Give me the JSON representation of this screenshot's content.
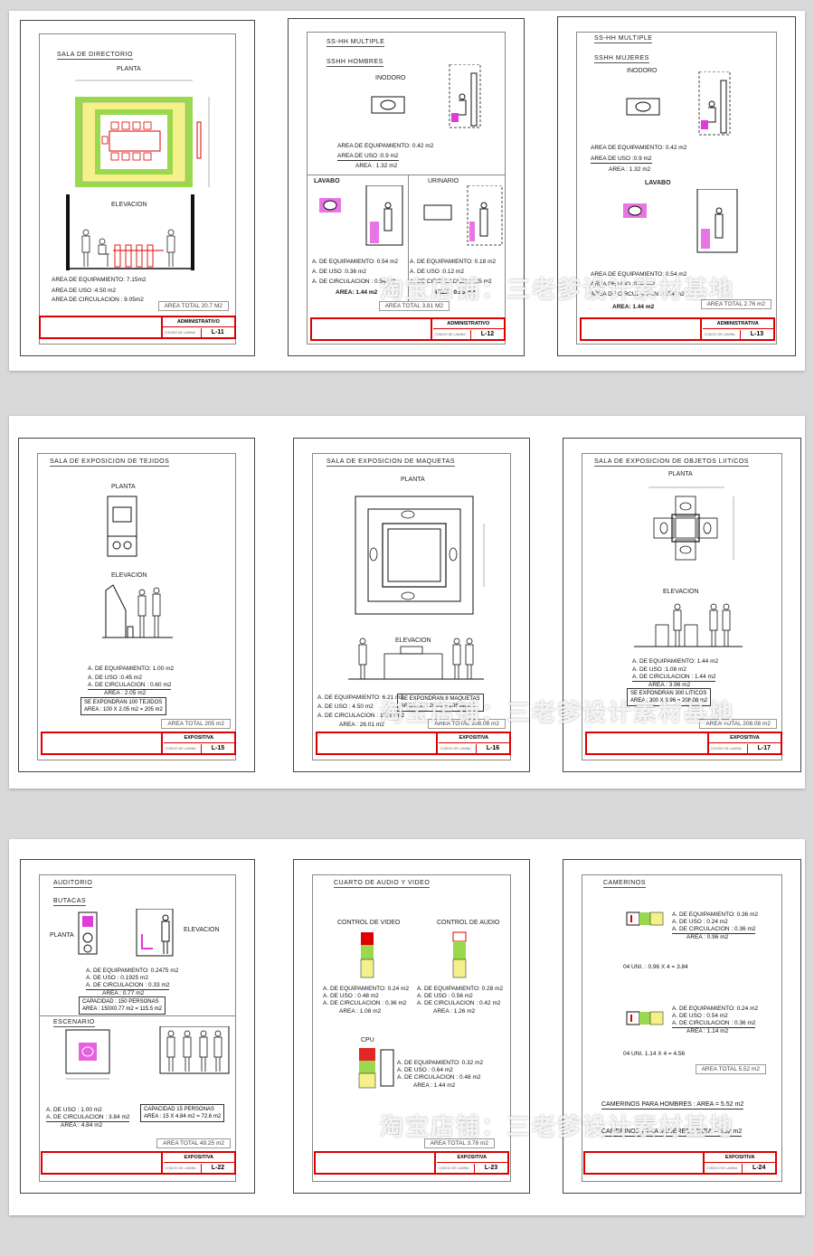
{
  "sheets": {
    "l11": {
      "title": "SALA DE DIRECTORIO",
      "plan_label": "PLANTA",
      "elev_label": "ELEVACION",
      "stats": [
        "AREA DE EQUIPAMIENTO: 7.15m2",
        "AREA DE USO :4.50 m2",
        "AREA DE CIRCULACION : 9.05m2"
      ],
      "area_total": "AREA TOTAL  20.7 M2",
      "category": "ADMINISTRATIVO",
      "code_label": "CODIGO DE LAMINA",
      "code": "L-11"
    },
    "l12": {
      "title": "SS-HH MULTIPLE",
      "subtitle": "SSHH HOMBRES",
      "inodoro": "INODORO",
      "stats": [
        "AREA DE EQUIPAMIENTO: 0.42 m2",
        "AREA DE USO :0.9  m2",
        "AREA : 1.32 m2"
      ],
      "lavabo": "LAVABO",
      "urinario": "URINARIO",
      "lav_stats": [
        "A. DE EQUIPAMIENTO: 0.54 m2",
        "A. DE USO :0.36 m2",
        "A. DE CIRCULACION : 0.54 m2",
        "AREA: 1.44 m2"
      ],
      "uri_stats": [
        "A. DE EQUIPAMIENTO: 0.18 m2",
        "A. DE USO :0.12 m2",
        "A. DE CIRCULACION :0.25 m2",
        "AREA: 0.55 m2"
      ],
      "area_total": "AREA TOTAL  3.81 M2",
      "category": "ADMINISTRATIVO",
      "code_label": "CODIGO DE LAMINA",
      "code": "L-12"
    },
    "l13": {
      "title": "SS-HH MULTIPLE",
      "subtitle": "SSHH MUJERES",
      "inodoro": "INODORO",
      "stats": [
        "AREA DE EQUIPAMIENTO: 0.42 m2",
        "AREA DE USO :0.9  m2",
        "AREA : 1.32 m2"
      ],
      "lavabo": "LAVABO",
      "lav_stats": [
        "AREA DE EQUIPAMIENTO: 0.54 m2",
        "AREA DE USO :0.36 m2",
        "AREA DE CIRCULACION : 0.54 m2",
        "AREA: 1.44 m2"
      ],
      "area_total": "AREA TOTAL  2.76 m2",
      "category": "ADMINISTRATIVA",
      "code_label": "CODIGO DE LAMINA",
      "code": "L-13"
    },
    "l15": {
      "title": "SALA DE EXPOSICION DE  TEJIDOS",
      "plan_label": "PLANTA",
      "elev_label": "ELEVACION",
      "stats": [
        "A. DE EQUIPAMIENTO: 1.00  m2",
        "A. DE USO :0.45 m2",
        "A. DE CIRCULACION : 0.60 m2",
        "AREA : 2.05 m2"
      ],
      "note": [
        "SE EXPONDRAN 100 TEJIDOS",
        "AREA : 100 X 2.05 m2 = 205 m2"
      ],
      "area_total": "AREA TOTAL  205 m2",
      "category": "EXPOSITIVA",
      "code_label": "CODIGO DE LAMINA",
      "code": "L-15"
    },
    "l16": {
      "title": "SALA DE EXPOSICION DE  MAQUETAS",
      "plan_label": "PLANTA",
      "elev_label": "ELEVACION",
      "stats": [
        "A. DE EQUIPAMIENTO: 6.21 m2",
        "A. DE USO : 4.50 m2",
        "A. DE CIRCULACION : 15.30 m2",
        "AREA : 26.01 m2"
      ],
      "note": [
        "SE EXPONDRAN 8 MAQUETAS",
        "AREA : 8 X 26.01 = 208.08 m2"
      ],
      "area_total": "AREA TOTAL  208.08 m2",
      "category": "EXPOSITIVA",
      "code_label": "CODIGO DE LAMINA",
      "code": "L-16"
    },
    "l17": {
      "title": "SALA DE EXPOSICION DE  OBJETOS LIITICOS",
      "plan_label": "PLANTA",
      "elev_label": "ELEVACION",
      "stats": [
        "A. DE EQUIPAMIENTO: 1.44 m2",
        "A. DE USO :1.08 m2",
        "A. DE CIRCULACION : 1.44 m2",
        "AREA : 3.96 m2"
      ],
      "note": [
        "SE EXPONDRAN 300 LITICOS",
        "AREA : 300 X 3.96 = 208.08 m2"
      ],
      "area_total": "AREA TOTAL  208.08 m2",
      "category": "EXPOSITIVA",
      "code_label": "CODIGO DE LAMINA",
      "code": "L-17"
    },
    "l22": {
      "title": "AUDITORIO",
      "butacas": "BUTACAS",
      "plan_label": "PLANTA",
      "elev_label": "ELEVACION",
      "stats": [
        "A. DE EQUIPAMIENTO: 0.2475  m2",
        "A. DE USO : 0.1925 m2",
        "A. DE CIRCULACION : 0.33 m2",
        "AREA : 0.77 m2"
      ],
      "note": [
        "CAPACIDAD : 150 PERSONAS",
        "AREA : 150X0.77 m2 = 115.5 m2"
      ],
      "escenario": "ESCENARIO",
      "esc_stats": [
        "A. DE USO : 1.00 m2",
        "A. DE CIRCULACION : 3.84 m2",
        "AREA : 4.84 m2"
      ],
      "esc_note": [
        "CAPACIDAD 15 PERSONAS",
        "AREA :  15 X 4.84 m2 = 72.6 m2"
      ],
      "area_total": "AREA TOTAL  49.25 m2",
      "category": "EXPOSITIVA",
      "code_label": "CODIGO DE LAMINA",
      "code": "L-22"
    },
    "l23": {
      "title": "CUARTO DE AUDIO Y VIDEO",
      "video": "CONTROL DE  VIDEO",
      "audio": "CONTROL DE AUDIO",
      "video_stats": [
        "A. DE EQUIPAMIENTO: 0.24 m2",
        "A. DE USO : 0.48  m2",
        "A. DE CIRCULACION : 0.36 m2",
        "AREA : 1.08 m2"
      ],
      "audio_stats": [
        "A. DE EQUIPAMIENTO: 0.28 m2",
        "A. DE USO : 0.56  m2",
        "A. DE CIRCULACION : 0.42 m2",
        "AREA : 1.26 m2"
      ],
      "cpu": "CPU",
      "cpu_stats": [
        "A. DE EQUIPAMIENTO: 0.32 m2",
        "A. DE USO : 0.64  m2",
        "A. DE CIRCULACION : 0.48 m2",
        "AREA : 1.44 m2"
      ],
      "area_total": "AREA TOTAL  3.78 m2",
      "category": "EXPOSITIVA",
      "code_label": "CODIGO DE LAMINA",
      "code": "L-23"
    },
    "l24": {
      "title": "CAMERINOS",
      "s1": [
        "A. DE EQUIPAMIENTO: 0.36 m2",
        "A. DE USO : 0.24  m2",
        "A. DE CIRCULACION : 0.36 m2",
        "AREA : 0.96 m2"
      ],
      "n1": "04 UNI. : 0.96  X 4 = 3.84",
      "s2": [
        "A. DE EQUIPAMIENTO: 0.24 m2",
        "A. DE USO : 0.54  m2",
        "A. DE CIRCULACION : 0.36 m2",
        "AREA : 1.14 m2"
      ],
      "n2": "04 UNI. 1.14 X 4 = 4.56",
      "area_total": "AREA TOTAL  5.52 m2",
      "sum1": "CAMERINOS  PARA HOMBRES  : AREA =  5.52 m2",
      "sum2": "CAMERINOS  PARA MUJERES  : AREA =  5.52 m2",
      "category": "EXPOSITIVA",
      "code_label": "CODIGO DE LAMINA",
      "code": "L-24"
    }
  },
  "watermark": "淘宝店铺：三老爹设计素材基地"
}
